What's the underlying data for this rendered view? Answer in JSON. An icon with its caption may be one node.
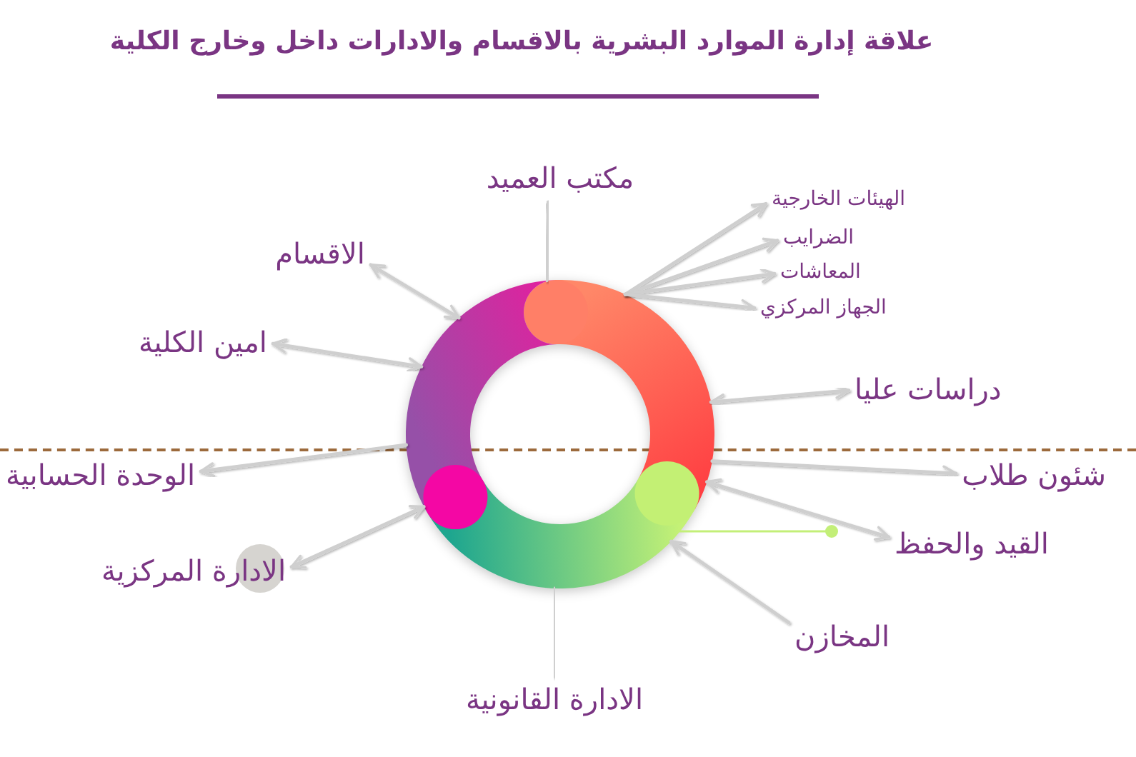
{
  "diagram": {
    "title": "علاقة إدارة الموارد البشرية بالاقسام والادارات داخل وخارج الكلية",
    "nodes": [
      {
        "text": [],
        "shape": "ring"
      },
      {
        "text": [
          "مكتب العميد"
        ]
      },
      {
        "text": [
          "الاقسام"
        ]
      },
      {
        "text": [
          "امين الكلية"
        ]
      },
      {
        "text": [
          "الهيئات الخارجية"
        ]
      },
      {
        "text": [
          "الضرايب"
        ]
      },
      {
        "text": [
          "المعاشات"
        ]
      },
      {
        "text": [
          "الجهاز المركزي"
        ]
      },
      {
        "text": [
          "دراسات عليا"
        ]
      },
      {
        "text": [
          "الوحدة الحسابية"
        ]
      },
      {
        "text": [
          "شئون طلاب"
        ]
      },
      {
        "text": [
          "الادارة المركزية"
        ]
      },
      {
        "text": [
          "القيد والحفظ"
        ]
      },
      {
        "text": [
          "المخازن"
        ]
      },
      {
        "text": [
          "الادارة القانونية"
        ]
      }
    ],
    "edges": [
      {
        "from": 0,
        "to": 1,
        "arrow": "both"
      },
      {
        "from": 0,
        "to": 2,
        "arrow": "both"
      },
      {
        "from": 0,
        "to": 3,
        "arrow": "both"
      },
      {
        "from": 0,
        "to": 4,
        "arrow": "to"
      },
      {
        "from": 0,
        "to": 5,
        "arrow": "to"
      },
      {
        "from": 0,
        "to": 6,
        "arrow": "to"
      },
      {
        "from": 0,
        "to": 7,
        "arrow": "to"
      },
      {
        "from": 0,
        "to": 8,
        "arrow": "both"
      },
      {
        "from": 0,
        "to": 9,
        "arrow": "to"
      },
      {
        "from": 0,
        "to": 10,
        "arrow": "to"
      },
      {
        "from": 0,
        "to": 11,
        "arrow": "both"
      },
      {
        "from": 0,
        "to": 12,
        "arrow": "both"
      },
      {
        "from": 13,
        "to": 0,
        "arrow": "to"
      },
      {
        "from": 0,
        "to": 14,
        "arrow": "both"
      },
      {
        "from": 0,
        "to": null,
        "arrow": "other",
        "color": "#c3ef78"
      }
    ]
  }
}
